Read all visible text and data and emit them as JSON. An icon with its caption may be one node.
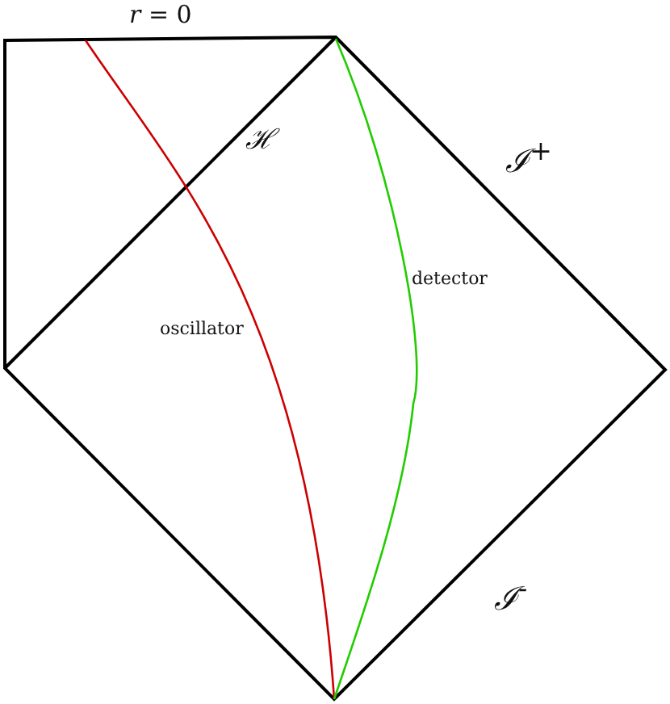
{
  "diagram": {
    "labels": [
      "*r* = 0",
      "ℋ",
      "ℐ$^{+}$",
      "detector",
      "oscillator",
      "ℐ$^{-}$"
    ]
  }
}
